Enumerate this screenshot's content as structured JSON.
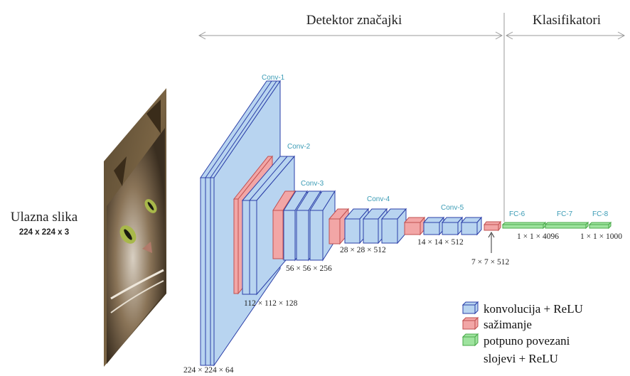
{
  "header": {
    "detector_label": "Detektor značajki",
    "classifier_label": "Klasifikatori"
  },
  "input": {
    "title": "Ulazna slika",
    "size": "224 x 224 x 3"
  },
  "layers": {
    "conv1": {
      "label": "Conv-1",
      "dim": "224 × 224 × 64"
    },
    "conv2": {
      "label": "Conv-2",
      "dim": "112 × 112 × 128"
    },
    "conv3": {
      "label": "Conv-3",
      "dim": "56 × 56 × 256"
    },
    "conv4": {
      "label": "Conv-4",
      "dim": "28 × 28 × 512"
    },
    "conv5": {
      "label": "Conv-5",
      "dim": "14 × 14 × 512"
    },
    "pool_last": {
      "dim": "7 × 7 × 512"
    },
    "fc6": {
      "label": "FC-6",
      "dim": "1 × 1 × 4096"
    },
    "fc7": {
      "label": "FC-7"
    },
    "fc8": {
      "label": "FC-8",
      "dim": "1 × 1 × 1000"
    }
  },
  "legend": {
    "conv": "konvolucija + ReLU",
    "pool": "sažimanje",
    "fc_line1": "potpuno povezani",
    "fc_line2": "slojevi + ReLU"
  },
  "colors": {
    "conv_fill": "#b8d4f0",
    "conv_stroke": "#2b3fa8",
    "pool_fill": "#f2a6a6",
    "pool_stroke": "#c05050",
    "fc_fill": "#9ee39e",
    "fc_stroke": "#4aa84a",
    "label_teal": "#3a9bb5"
  }
}
